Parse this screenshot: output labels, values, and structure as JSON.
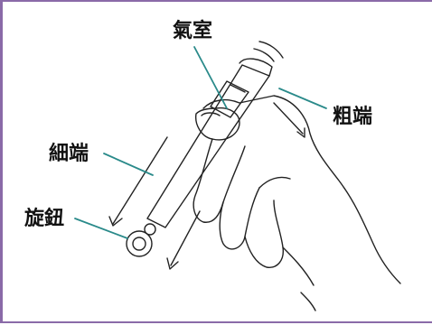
{
  "labels": {
    "air_chamber": "氣室",
    "thick_end": "粗端",
    "thin_end": "細端",
    "knob": "旋鈕"
  },
  "colors": {
    "border": "#8a6aa8",
    "leader_line": "#2a8a8a",
    "line_art": "#222222"
  }
}
